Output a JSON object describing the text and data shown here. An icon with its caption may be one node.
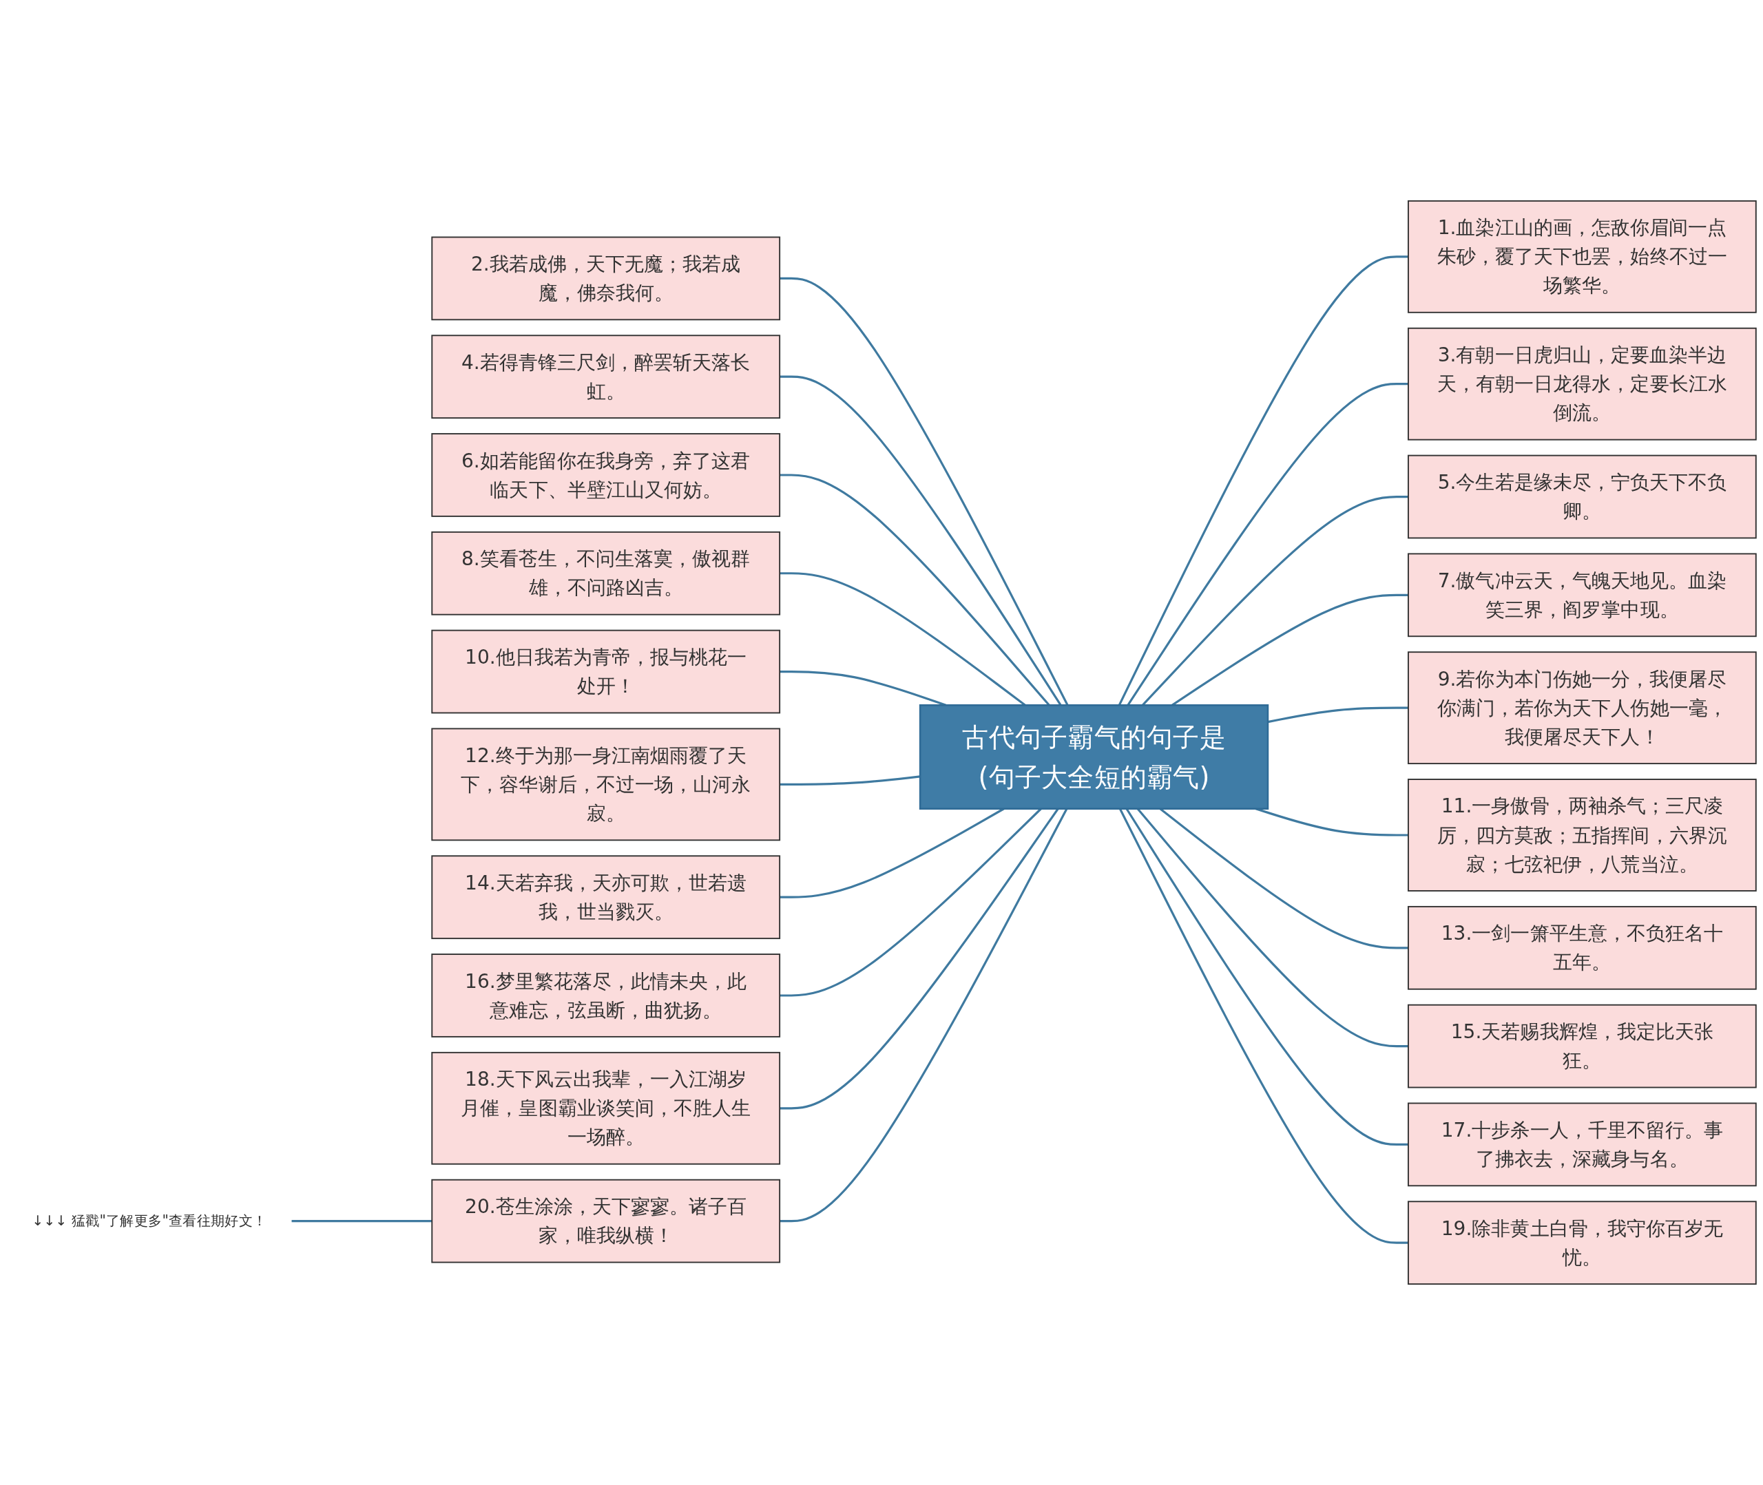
{
  "diagram": {
    "nodes": [
      {
        "text": [
          "古代句子霸气的句子是(句子大全短的霸气)"
        ]
      },
      {
        "text": [
          "1.血染江山的画，怎敌你眉间一点朱砂，覆了天下也罢，始终不过一场繁华。"
        ]
      },
      {
        "text": [
          "2.我若成佛，天下无魔；我若成魔，佛奈我何。"
        ]
      },
      {
        "text": [
          "3.有朝一日虎归山，定要血染半边天，有朝一日龙得水，定要长江水倒流。"
        ]
      },
      {
        "text": [
          "4.若得青锋三尺剑，醉罢斩天落长虹。"
        ]
      },
      {
        "text": [
          "5.今生若是缘未尽，宁负天下不负卿。"
        ]
      },
      {
        "text": [
          "6.如若能留你在我身旁，弃了这君临天下、半壁江山又何妨。"
        ]
      },
      {
        "text": [
          "7.傲气冲云天，气魄天地见。血染笑三界，阎罗掌中现。"
        ]
      },
      {
        "text": [
          "8.笑看苍生，不问生落寞，傲视群雄，不问路凶吉。"
        ]
      },
      {
        "text": [
          "9.若你为本门伤她一分，我便屠尽你满门，若你为天下人伤她一毫，我便屠尽天下人！"
        ]
      },
      {
        "text": [
          "10.他日我若为青帝，报与桃花一处开！"
        ]
      },
      {
        "text": [
          "11.一身傲骨，两袖杀气；三尺凌厉，四方莫敌；五指挥间，六界沉寂；七弦祀伊，八荒当泣。"
        ]
      },
      {
        "text": [
          "12.终于为那一身江南烟雨覆了天下，容华谢后，不过一场，山河永寂。"
        ]
      },
      {
        "text": [
          "13.一剑一箫平生意，不负狂名十五年。"
        ]
      },
      {
        "text": [
          "14.天若弃我，天亦可欺，世若遗我，世当戮灭。"
        ]
      },
      {
        "text": [
          "15.天若赐我辉煌，我定比天张狂。"
        ]
      },
      {
        "text": [
          "16.梦里繁花落尽，此情未央，此意难忘，弦虽断，曲犹扬。"
        ]
      },
      {
        "text": [
          "17.十步杀一人，千里不留行。事了拂衣去，深藏身与名。"
        ]
      },
      {
        "text": [
          "18.天下风云出我辈，一入江湖岁月催，皇图霸业谈笑间，不胜人生一场醉。"
        ]
      },
      {
        "text": [
          "19.除非黄土白骨，我守你百岁无忧。"
        ]
      },
      {
        "text": [
          "20.苍生涂涂，天下寥寥。诸子百家，唯我纵横！"
        ]
      },
      {
        "text": [
          "↓↓↓ 猛戳\"了解更多\"查看往期好文！"
        ]
      }
    ],
    "edges": [
      {
        "from": 0,
        "to": 1,
        "arrow": "none"
      },
      {
        "from": 0,
        "to": 2,
        "arrow": "none"
      },
      {
        "from": 0,
        "to": 3,
        "arrow": "none"
      },
      {
        "from": 0,
        "to": 4,
        "arrow": "none"
      },
      {
        "from": 0,
        "to": 5,
        "arrow": "none"
      },
      {
        "from": 0,
        "to": 6,
        "arrow": "none"
      },
      {
        "from": 0,
        "to": 7,
        "arrow": "none"
      },
      {
        "from": 0,
        "to": 8,
        "arrow": "none"
      },
      {
        "from": 0,
        "to": 9,
        "arrow": "none"
      },
      {
        "from": 0,
        "to": 10,
        "arrow": "none"
      },
      {
        "from": 0,
        "to": 11,
        "arrow": "none"
      },
      {
        "from": 0,
        "to": 12,
        "arrow": "none"
      },
      {
        "from": 0,
        "to": 13,
        "arrow": "none"
      },
      {
        "from": 0,
        "to": 14,
        "arrow": "none"
      },
      {
        "from": 0,
        "to": 15,
        "arrow": "none"
      },
      {
        "from": 0,
        "to": 16,
        "arrow": "none"
      },
      {
        "from": 0,
        "to": 17,
        "arrow": "none"
      },
      {
        "from": 0,
        "to": 18,
        "arrow": "none"
      },
      {
        "from": 0,
        "to": 19,
        "arrow": "none"
      },
      {
        "from": 0,
        "to": 20,
        "arrow": "none"
      },
      {
        "from": 20,
        "to": 21,
        "arrow": "none"
      }
    ]
  }
}
